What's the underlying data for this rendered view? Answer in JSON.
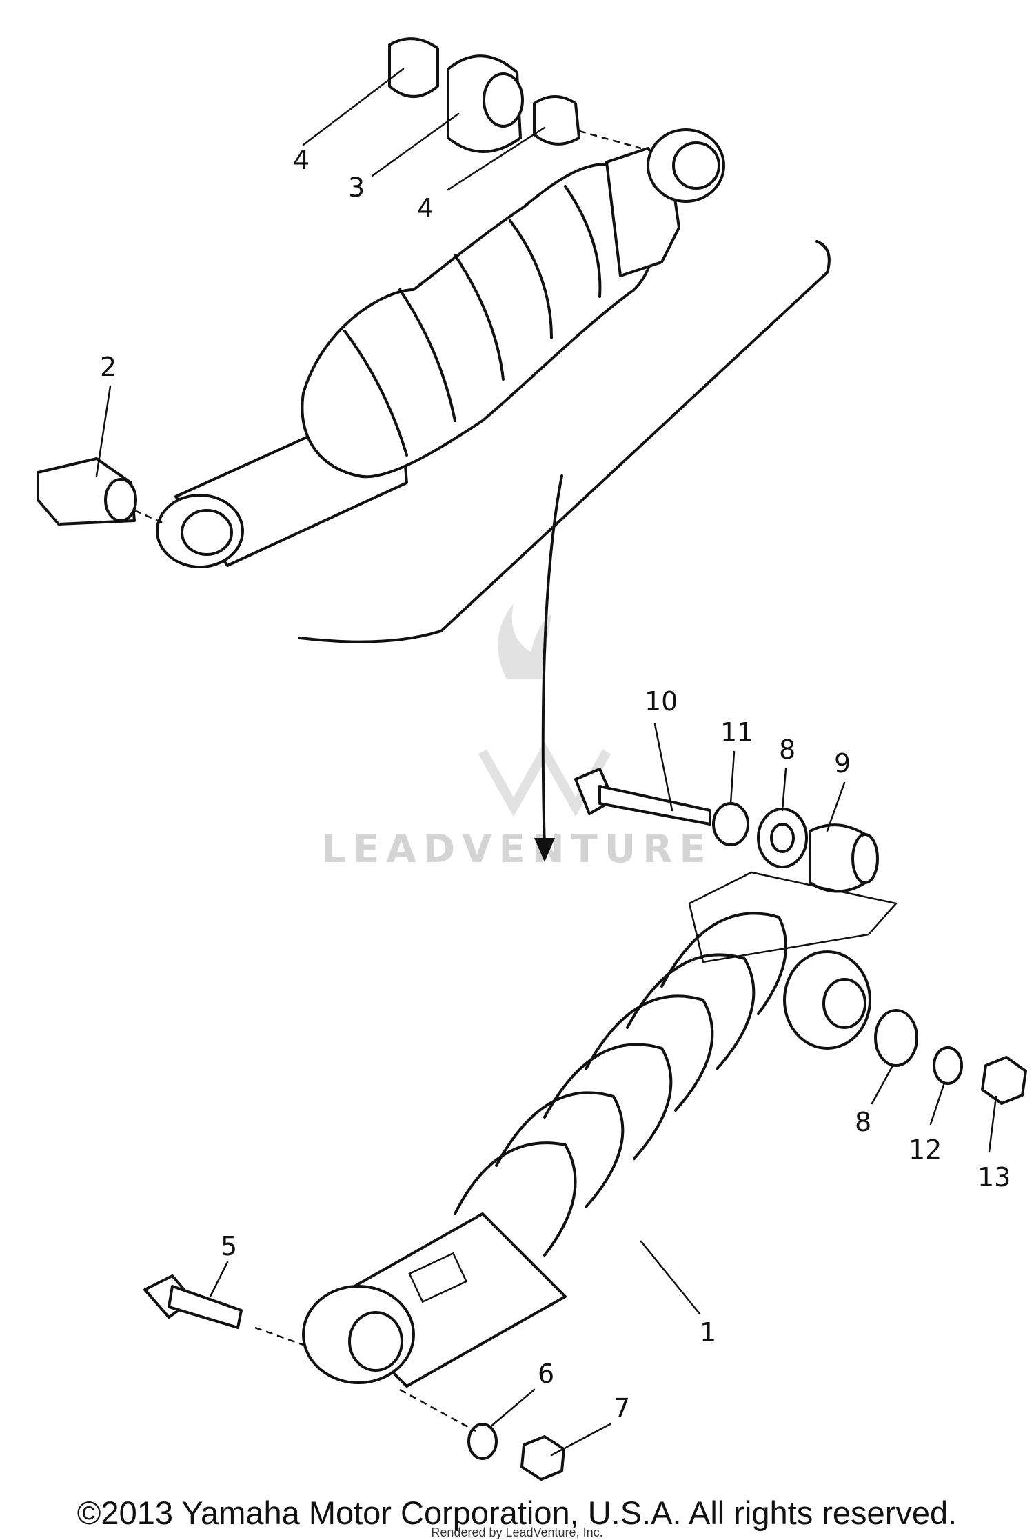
{
  "watermark": {
    "brand": "LEADVENTURE"
  },
  "callouts": {
    "top_bushing_left": "4",
    "top_bushing_center": "3",
    "top_bushing_right": "4",
    "end_collar": "2",
    "bolt_upper": "10",
    "washer_small": "11",
    "washer_upper": "8",
    "collar_upper": "9",
    "washer_lower": "8",
    "washer_12": "12",
    "nut_13": "13",
    "bolt_lower": "5",
    "shock_absorber": "1",
    "washer_6": "6",
    "nut_7": "7"
  },
  "footer": {
    "copyright": "©2013 Yamaha Motor Corporation, U.S.A. All rights reserved.",
    "overlay": "Rendered by LeadVenture, Inc."
  }
}
